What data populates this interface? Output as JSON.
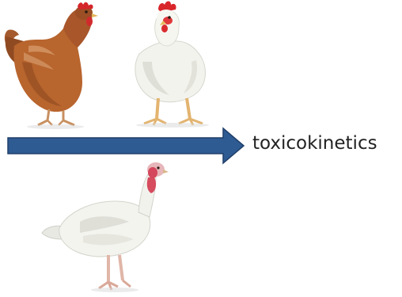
{
  "diagram": {
    "arrow": {
      "label": "toxicokinetics",
      "color": "#2f5b93",
      "edge_color": "#203f6a"
    },
    "birds": [
      {
        "name": "brown-hen",
        "icon": "brown-hen-photo"
      },
      {
        "name": "white-broiler-chicken",
        "icon": "white-chicken-photo"
      },
      {
        "name": "white-turkey",
        "icon": "white-turkey-photo"
      }
    ]
  }
}
